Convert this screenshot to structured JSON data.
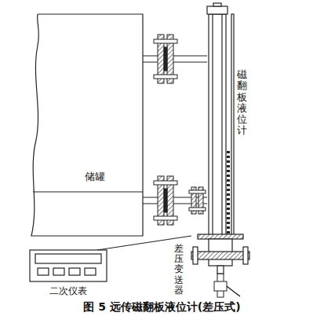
{
  "diagram": {
    "caption": "图 5 远传磁翻板液位计(差压式)",
    "nodes": [
      {
        "text": [
          "储罐"
        ]
      },
      {
        "text": [
          "磁翻板液位计"
        ]
      },
      {
        "text": [
          "差压变送器"
        ]
      },
      {
        "text": [
          "二次仪表"
        ]
      }
    ],
    "edges": [
      {
        "from": 0,
        "to": 1,
        "arrow": "none"
      },
      {
        "from": 0,
        "to": 1,
        "arrow": "none"
      },
      {
        "from": 3,
        "to": 2,
        "arrow": "none"
      }
    ]
  }
}
